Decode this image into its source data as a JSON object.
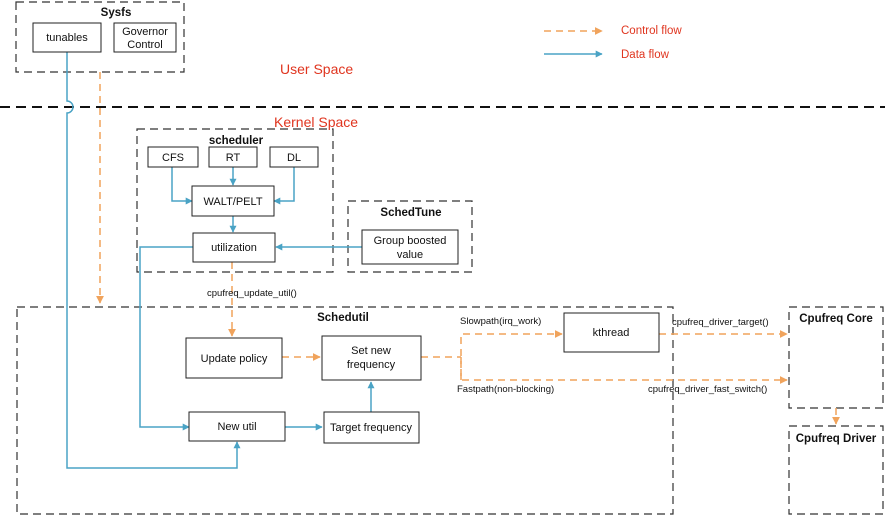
{
  "colors": {
    "control_flow": "#f0a35c",
    "data_flow": "#4aa3c5",
    "space_label": "#e0351f"
  },
  "legend": {
    "control_flow": "Control flow",
    "data_flow": "Data flow"
  },
  "spaces": {
    "user": "User  Space",
    "kernel": "Kernel  Space"
  },
  "groups": {
    "sysfs": "Sysfs",
    "scheduler": "scheduler",
    "schedtune": "SchedTune",
    "schedutil": "Schedutil",
    "cpufreq_core": "Cpufreq Core",
    "cpufreq_driver": "Cpufreq Driver"
  },
  "nodes": {
    "tunables": "tunables",
    "governor_control_1": "Governor",
    "governor_control_2": "Control",
    "cfs": "CFS",
    "rt": "RT",
    "dl": "DL",
    "walt_pelt": "WALT/PELT",
    "utilization": "utilization",
    "group_boosted_1": "Group boosted",
    "group_boosted_2": "value",
    "update_policy": "Update policy",
    "set_new_frequency_1": "Set new",
    "set_new_frequency_2": "frequency",
    "kthread": "kthread",
    "new_util": "New util",
    "target_frequency": "Target frequency"
  },
  "edge_labels": {
    "cpufreq_update_util": "cpufreq_update_util()",
    "slowpath": "Slowpath(irq_work)",
    "fastpath": "Fastpath(non-blocking)",
    "driver_target": "cpufreq_driver_target()",
    "driver_fast_switch": "cpufreq_driver_fast_switch()"
  }
}
